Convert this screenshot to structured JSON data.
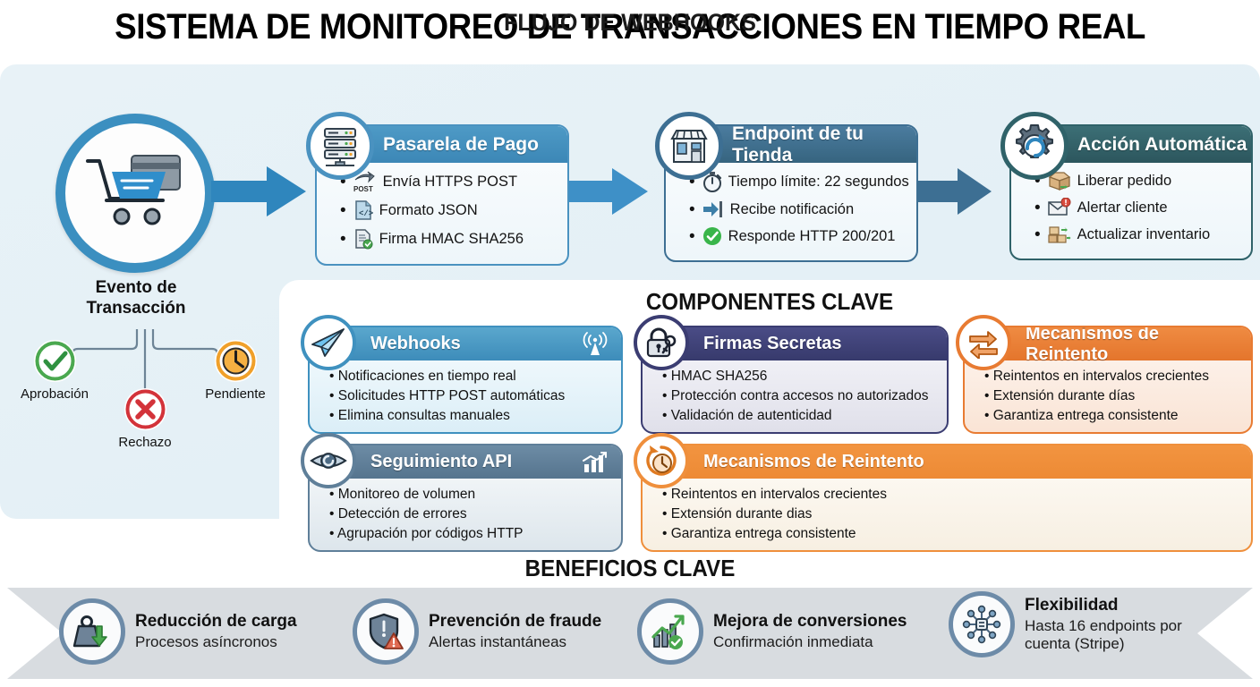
{
  "title": "SISTEMA DE MONITOREO DE TRANSACCIONES EN TIEMPO REAL",
  "flow": {
    "heading": "FLUJO DE WEBHOOKS",
    "hub": {
      "icon": "shopping-cart-card-icon",
      "label_line1": "Evento de",
      "label_line2": "Transacción"
    },
    "statuses": [
      {
        "label": "Aprobación",
        "icon": "check-circle-icon",
        "color": "#4aa84f"
      },
      {
        "label": "Rechazo",
        "icon": "x-circle-icon",
        "color": "#d3333a"
      },
      {
        "label": "Pendiente",
        "icon": "clock-circle-icon",
        "color": "#f0a02a"
      }
    ],
    "steps": [
      {
        "title": "Pasarela de Pago",
        "icon": "server-rack-icon",
        "accent": "#4a92c0",
        "head_gradient_from": "#4e9ac6",
        "head_gradient_to": "#3c87b6",
        "items": [
          {
            "text": "Envía HTTPS POST",
            "icon": "post-arrow-icon"
          },
          {
            "text": "Formato JSON",
            "icon": "json-file-icon"
          },
          {
            "text": "Firma HMAC SHA256",
            "icon": "signed-document-icon"
          }
        ]
      },
      {
        "title": "Endpoint de tu Tienda",
        "icon": "storefront-icon",
        "accent": "#3d6f93",
        "head_gradient_from": "#4b7c9f",
        "head_gradient_to": "#36647f",
        "items": [
          {
            "text": "Tiempo límite: 22 segundos",
            "icon": "stopwatch-icon"
          },
          {
            "text": "Recibe notificación",
            "icon": "inbound-arrow-icon"
          },
          {
            "text": "Responde HTTP 200/201",
            "icon": "green-check-icon"
          }
        ]
      },
      {
        "title": "Acción Automática",
        "icon": "gear-refresh-icon",
        "accent": "#2f6269",
        "head_gradient_from": "#3c6f76",
        "head_gradient_to": "#2c565d",
        "items": [
          {
            "text": "Liberar pedido",
            "icon": "open-box-icon"
          },
          {
            "text": "Alertar cliente",
            "icon": "envelope-alert-icon"
          },
          {
            "text": "Actualizar inventario",
            "icon": "inventory-boxes-icon"
          }
        ]
      }
    ],
    "arrows": [
      "flow-arrow-1",
      "flow-arrow-2",
      "flow-arrow-3"
    ]
  },
  "components": {
    "heading": "COMPONENTES CLAVE",
    "cards": [
      {
        "title": "Webhooks",
        "badge_icon": "paper-plane-icon",
        "corner_icon": "broadcast-signal-icon",
        "accent": "#3f91bf",
        "head_from": "#5aa7cd",
        "head_to": "#3d8cba",
        "body_from": "#f7fcfe",
        "body_to": "#dbeef7",
        "items": [
          "Notificaciones en tiempo real",
          "Solicitudes HTTP POST automáticas",
          "Elimina consultas manuales"
        ]
      },
      {
        "title": "Firmas Secretas",
        "badge_icon": "lock-key-icon",
        "corner_icon": "",
        "accent": "#3b3d72",
        "head_from": "#4a4c86",
        "head_to": "#373a6c",
        "body_from": "#f7f7fb",
        "body_to": "#e0e0ea",
        "items": [
          "HMAC SHA256",
          "Protección contra accesos no autorizados",
          "Validación de autenticidad"
        ]
      },
      {
        "title": "Mecanismos de Reintento",
        "badge_icon": "retry-arrows-icon",
        "corner_icon": "",
        "accent": "#e87b32",
        "head_from": "#ef8b42",
        "head_to": "#e4752c",
        "body_from": "#fdf6f1",
        "body_to": "#fae4d5",
        "items": [
          "Reintentos en intervalos crecientes",
          "Extensión durante días",
          "Garantiza entrega consistente"
        ]
      },
      {
        "title": "Seguimiento API",
        "badge_icon": "eye-icon",
        "corner_icon": "bar-chart-icon",
        "accent": "#5f7f99",
        "head_from": "#6d8ca5",
        "head_to": "#55748e",
        "body_from": "#f9fbfc",
        "body_to": "#dde6ec",
        "items": [
          "Monitoreo de volumen",
          "Detección de errores",
          "Agrupación por códigos HTTP"
        ]
      },
      {
        "title": "Mecanismos de Reintento",
        "badge_icon": "retry-clock-icon",
        "corner_icon": "",
        "accent": "#ef8f3c",
        "head_from": "#f29440",
        "head_to": "#ed8a35",
        "body_from": "#fefcf7",
        "body_to": "#f7efe2",
        "items": [
          "Reintentos en intervalos crecientes",
          "Extensión durante dias",
          "Garantiza entrega consistente"
        ]
      }
    ]
  },
  "benefits": {
    "heading": "BENEFICIOS CLAVE",
    "items": [
      {
        "icon": "weight-down-icon",
        "title": "Reducción de carga",
        "sub": "Procesos asíncronos"
      },
      {
        "icon": "shield-alert-icon",
        "title": "Prevención de fraude",
        "sub": "Alertas instantáneas"
      },
      {
        "icon": "growth-chart-check-icon",
        "title": "Mejora de conversiones",
        "sub": "Confirmación inmediata"
      },
      {
        "icon": "network-hub-icon",
        "title": "Flexibilidad",
        "sub": "Hasta 16 endpoints por cuenta (Stripe)"
      }
    ]
  },
  "colors": {
    "panel_bg": "#e6f1f7",
    "banner_bg": "#d8dce0",
    "primary_blue": "#3b8fc0",
    "arrow_blue": "#2f86bd"
  }
}
